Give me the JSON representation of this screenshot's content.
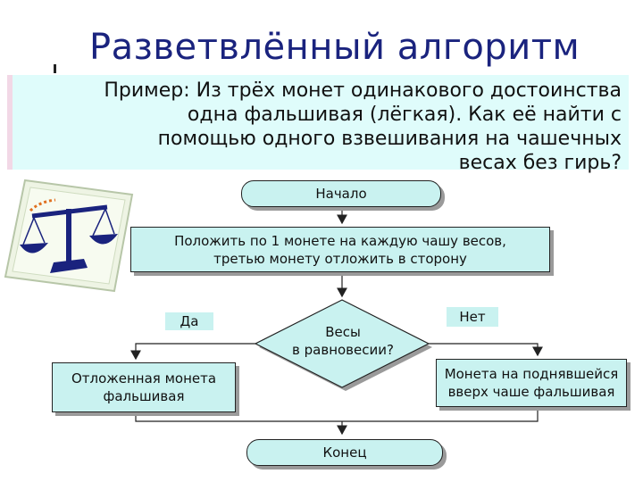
{
  "title": "Разветвлённый алгоритм",
  "example": {
    "line1": "Пример: Из трёх монет одинакового достоинства",
    "line2": "одна фальшивая (лёгкая). Как её найти с",
    "line3": "помощью одного взвешивания на чашечных",
    "line4": "весах без гирь?"
  },
  "flowchart": {
    "start": "Начало",
    "action_line1": "Положить по 1 монете на каждую чашу весов,",
    "action_line2": "третью монету отложить в сторону",
    "decision_line1": "Весы",
    "decision_line2": "в равновесии?",
    "yes_label": "Да",
    "no_label": "Нет",
    "yes_result_line1": "Отложенная монета",
    "yes_result_line2": "фальшивая",
    "no_result_line1": "Монета на поднявшейся",
    "no_result_line2": "вверх чаше фальшивая",
    "end": "Конец"
  },
  "colors": {
    "box_fill": "#c9f2f0",
    "title": "#1a237e",
    "example_bg": "#dffcfb",
    "scales_icon": "#1a237e"
  },
  "icons": [
    "scales-icon"
  ]
}
